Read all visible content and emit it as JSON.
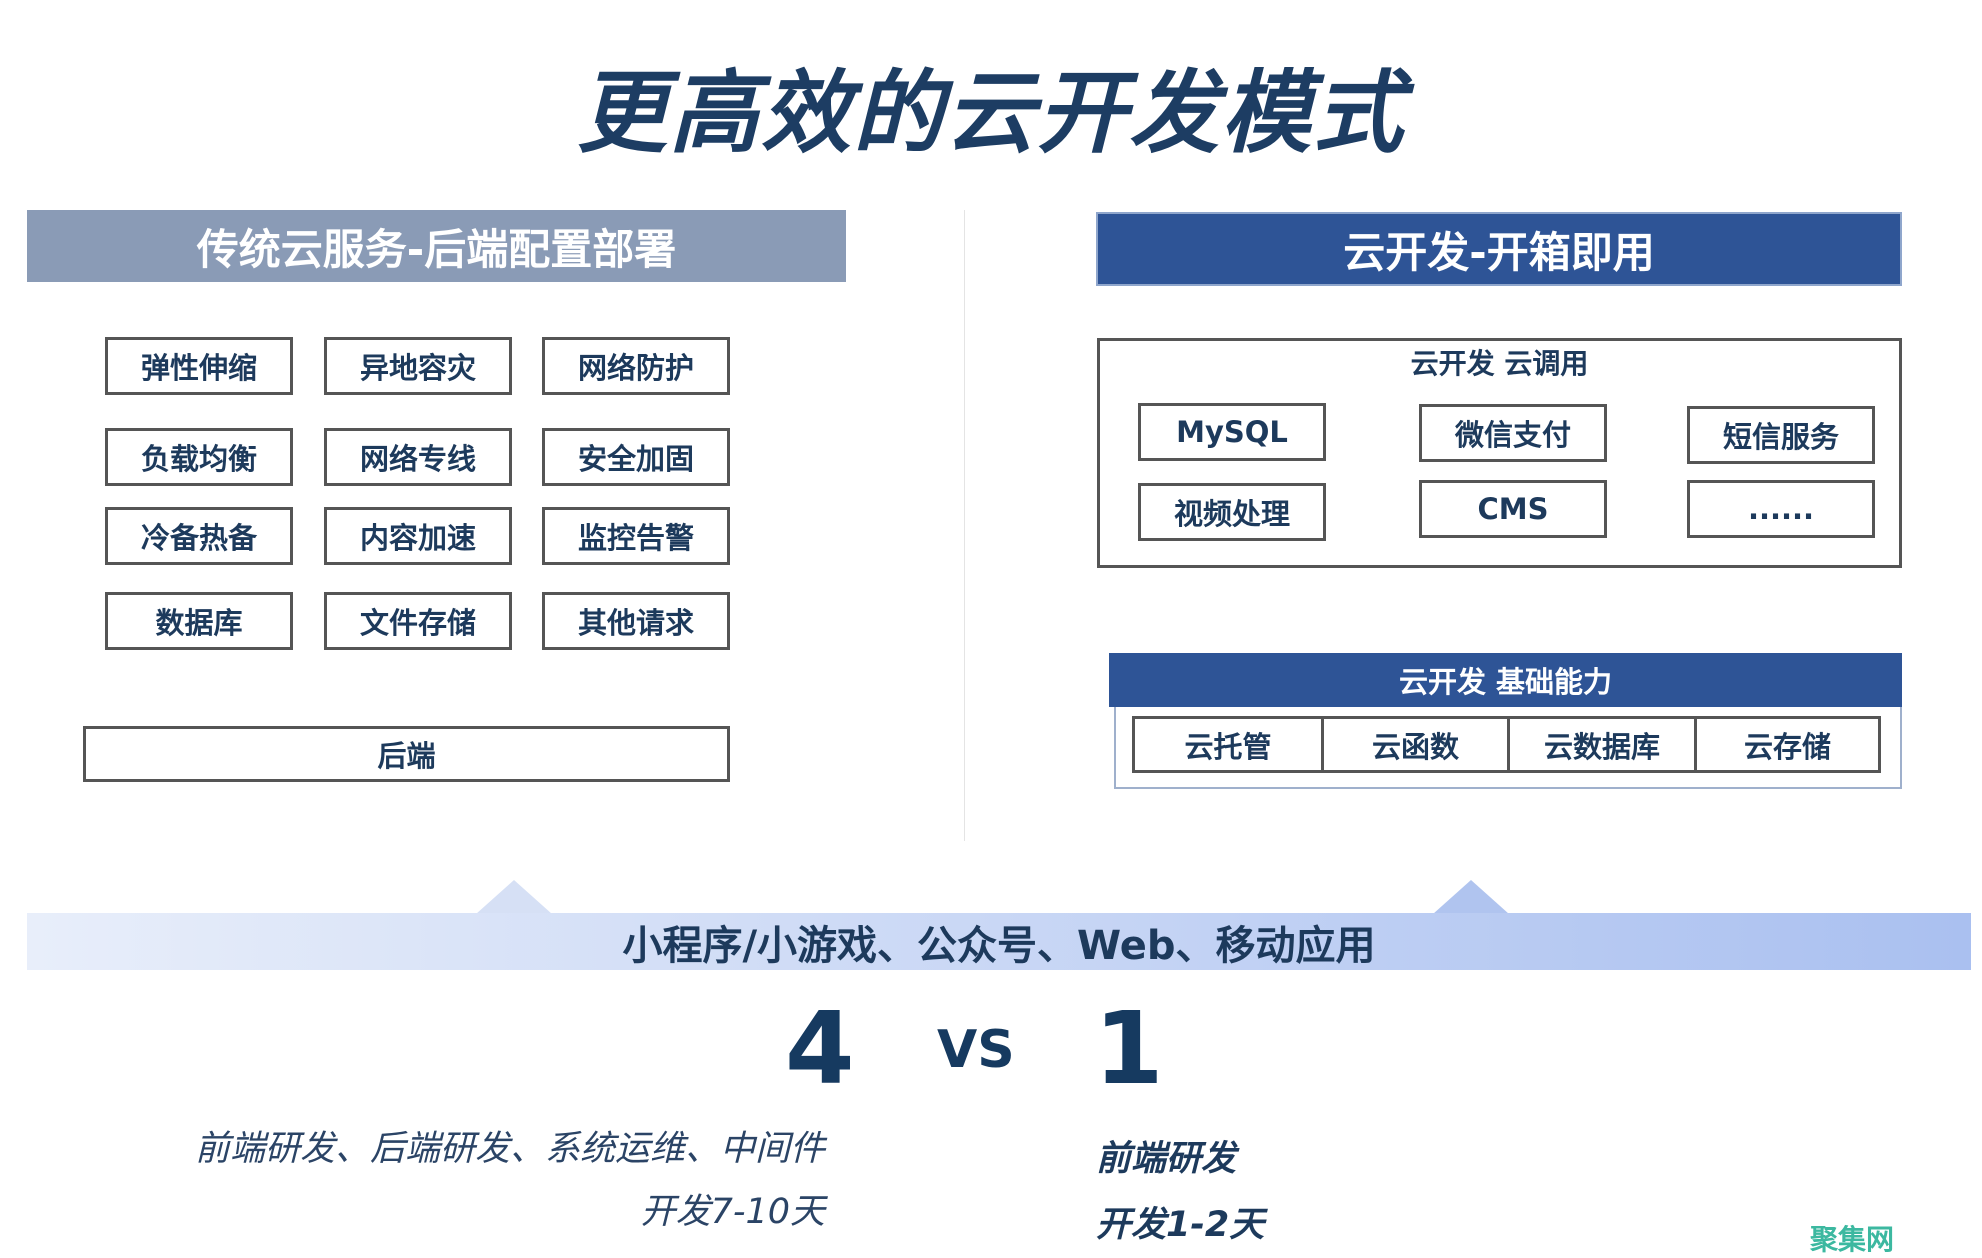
{
  "title": "更高效的云开发模式",
  "left": {
    "header": "传统云服务-后端配置部署",
    "items": [
      "弹性伸缩",
      "异地容灾",
      "网络防护",
      "负载均衡",
      "网络专线",
      "安全加固",
      "冷备热备",
      "内容加速",
      "监控告警",
      "数据库",
      "文件存储",
      "其他请求"
    ],
    "backend": "后端"
  },
  "right": {
    "header": "云开发-开箱即用",
    "call": {
      "title": "云开发 云调用",
      "items": [
        "MySQL",
        "微信支付",
        "短信服务",
        "视频处理",
        "CMS",
        "......"
      ]
    },
    "base": {
      "title": "云开发 基础能力",
      "items": [
        "云托管",
        "云函数",
        "云数据库",
        "云存储"
      ]
    }
  },
  "band": "小程序/小游戏、公众号、Web、移动应用",
  "compare": {
    "left_num": "4",
    "vs": "VS",
    "right_num": "1",
    "left_line1": "前端研发、后端研发、系统运维、中间件",
    "left_line2": "开发7-10天",
    "right_line1": "前端研发",
    "right_line2": "开发1-2天"
  },
  "watermark": "聚集网",
  "colors": {
    "left_header": "#8a9bb6",
    "right_header": "#2e5496",
    "text": "#1d3a5c",
    "watermark": "#3cb8a0"
  }
}
